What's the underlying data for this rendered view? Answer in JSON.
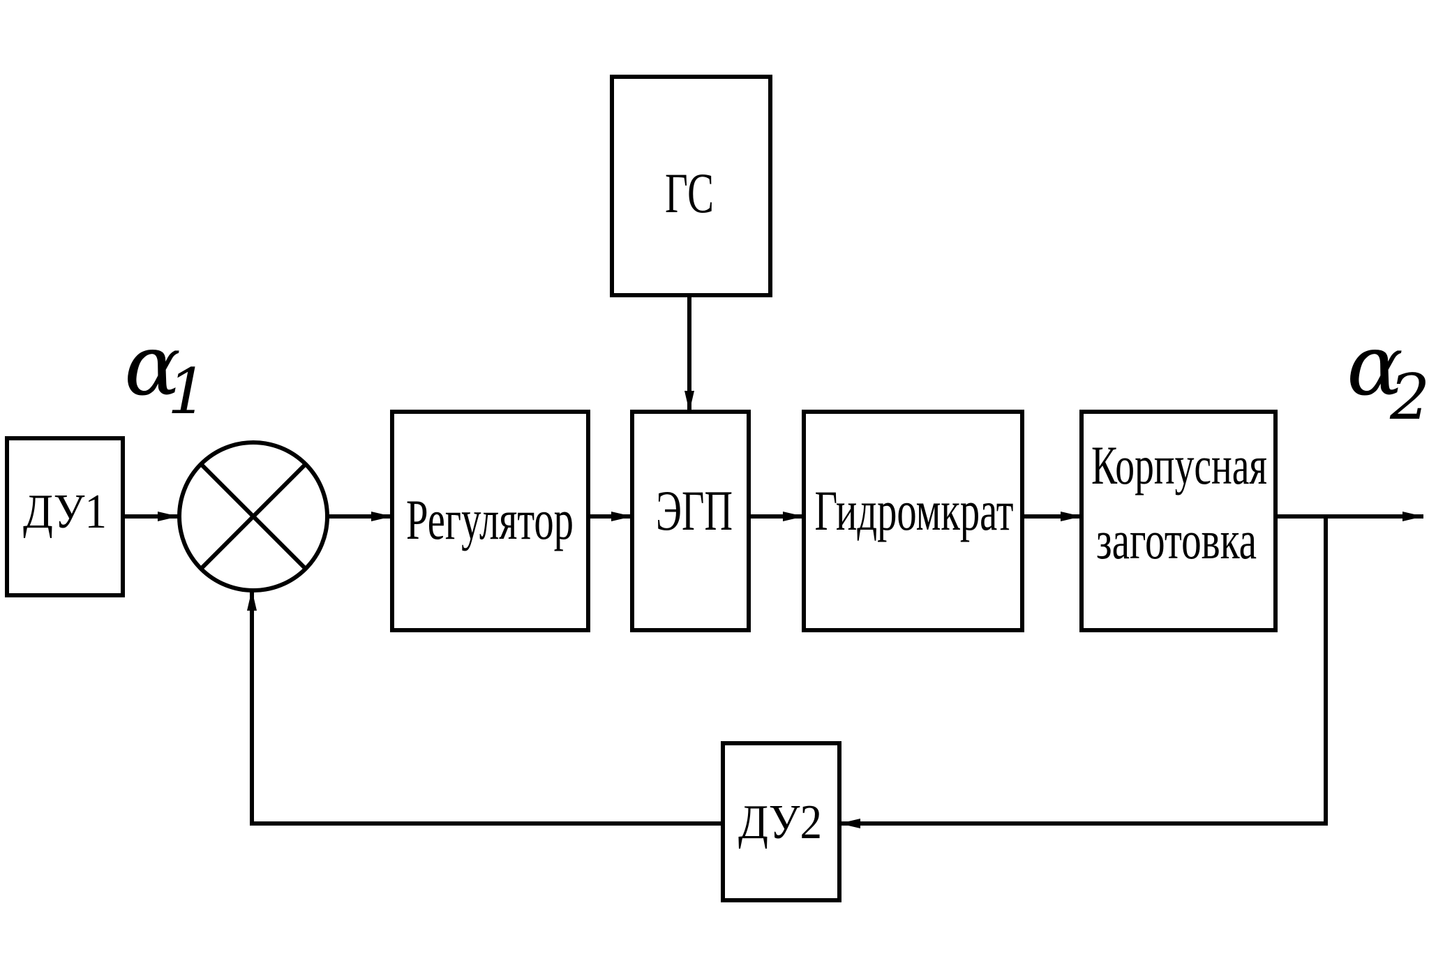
{
  "blocks": {
    "du1": "ДУ1",
    "gs": "ГС",
    "regulator": "Регулятор",
    "egp": "ЭГП",
    "gidromkrat": "Гидромкрат",
    "korpusnaya_line1": "Корпусная",
    "korpusnaya_line2": "заготовка",
    "du2": "ДУ2"
  },
  "signals": {
    "alpha1": {
      "symbol": "α",
      "subscript": "1"
    },
    "alpha2": {
      "symbol": "α",
      "subscript": "2"
    }
  },
  "colors": {
    "line": "#000000",
    "background": "#ffffff"
  }
}
